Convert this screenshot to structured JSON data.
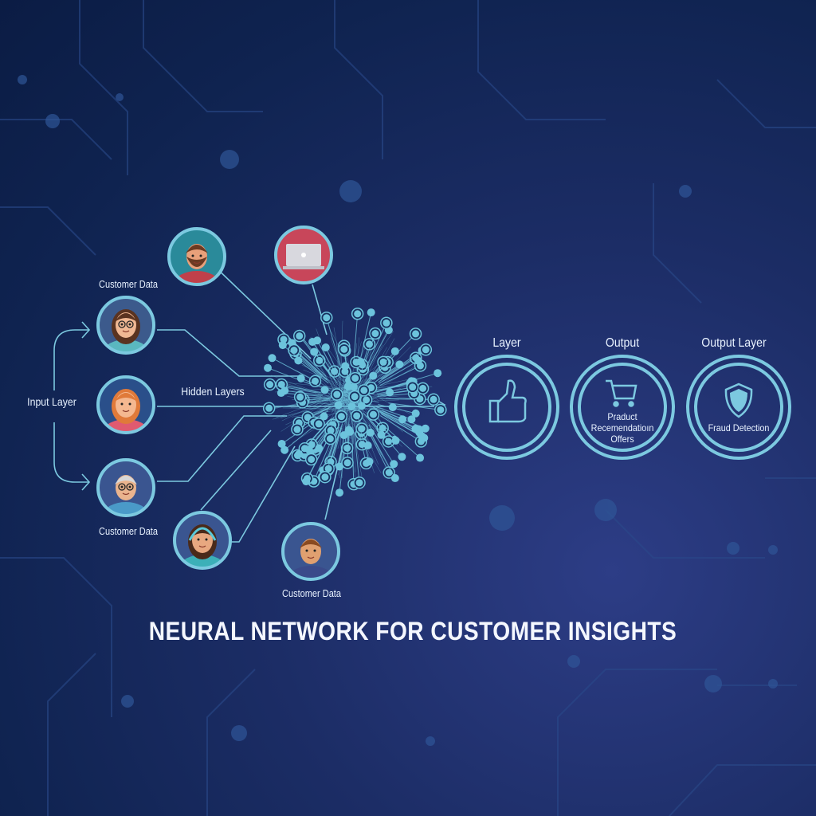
{
  "title": "NEURAL NETWORK FOR CUSTOMER INSIGHTS",
  "input": {
    "label": "Input Layer",
    "customer_data_labels": [
      "Customer Data",
      "Customer Data",
      "Customer Data"
    ],
    "avatars": [
      "bearded-man",
      "laptop",
      "woman-glasses",
      "woman-red-hair",
      "elderly-couple",
      "woman-headphones",
      "young-man"
    ]
  },
  "hidden": {
    "label": "Hidden Layers"
  },
  "outputs": [
    {
      "heading": "Layer",
      "icon": "thumbs-up-icon",
      "text": ""
    },
    {
      "heading": "Output",
      "icon": "shopping-cart-icon",
      "text_lines": [
        "Praduct",
        "Recemendatioın",
        "Offers"
      ]
    },
    {
      "heading": "Output Layer",
      "icon": "shield-icon",
      "text": "Fraud Detection"
    }
  ],
  "colors": {
    "accent": "#7cc9e0",
    "node": "#6cc3dc",
    "bg": "#13285a"
  }
}
